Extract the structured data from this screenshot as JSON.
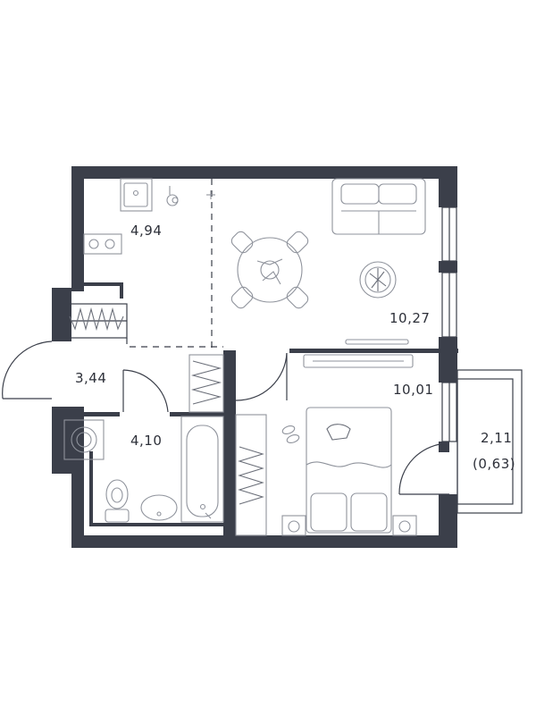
{
  "rooms": {
    "kitchen": "4,94",
    "living": "10,27",
    "hall": "3,44",
    "bedroom": "10,01",
    "bathroom": "4,10",
    "balcony": "2,11",
    "balcony_reduced": "(0,63)"
  },
  "colors": {
    "walls": "#3b3f4a",
    "furniture": "#8f939c",
    "text": "#2d3039"
  }
}
